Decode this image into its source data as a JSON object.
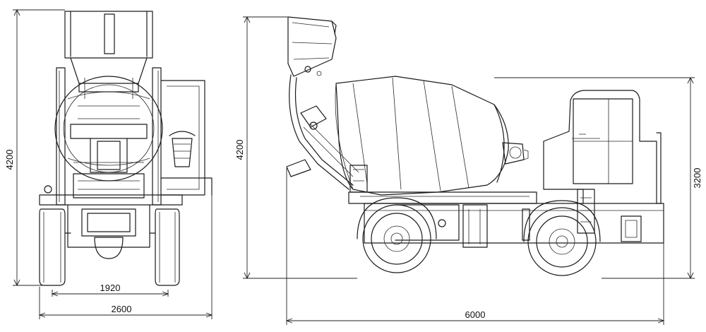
{
  "front_view": {
    "height_label": "4200",
    "track_width_label": "1920",
    "overall_width_label": "2600"
  },
  "side_view": {
    "height_label": "4200",
    "cab_height_label": "3200",
    "length_label": "6000"
  }
}
